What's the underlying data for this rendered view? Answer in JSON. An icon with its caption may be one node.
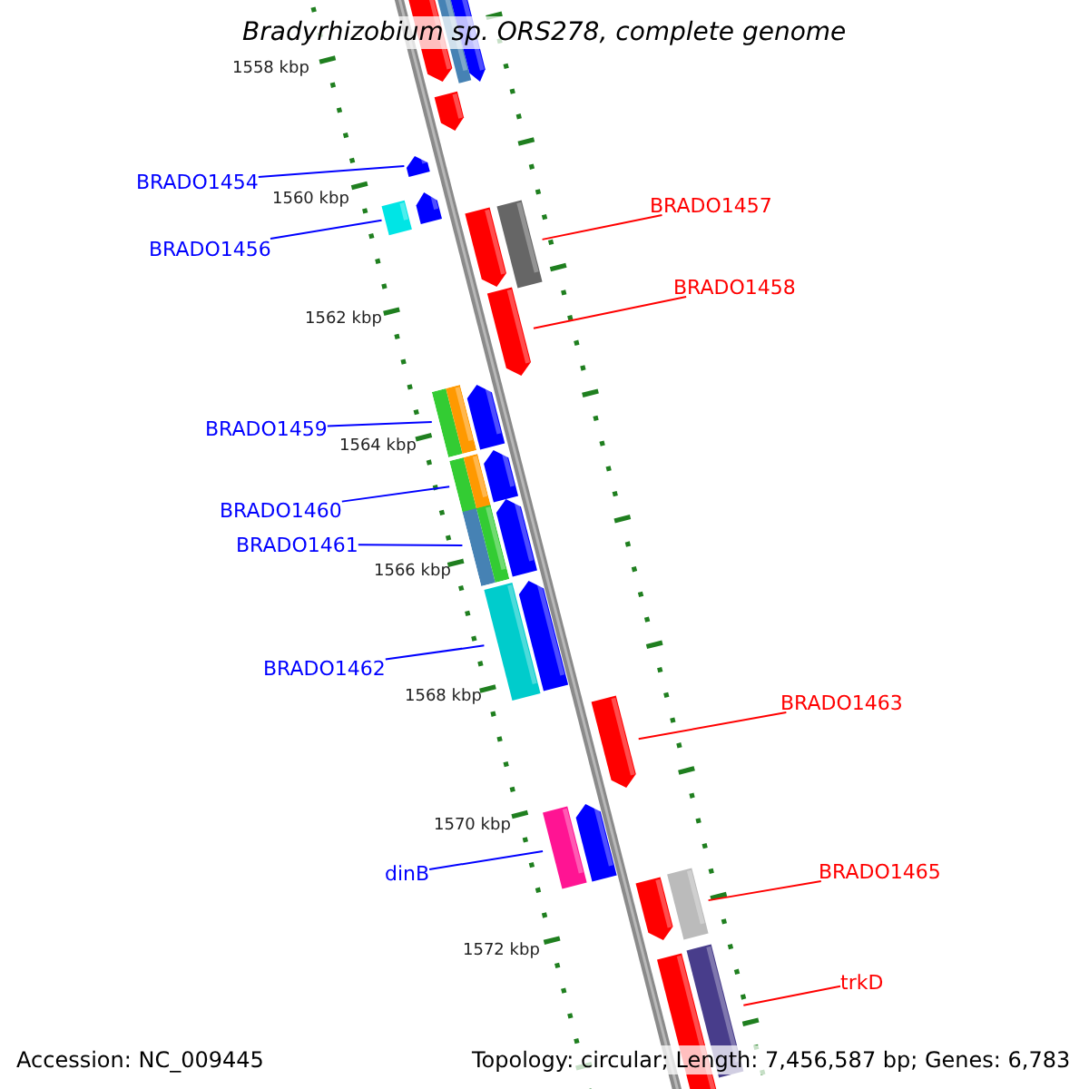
{
  "diagram": {
    "title": "Bradyrhizobium sp. ORS278, complete genome",
    "nodes": [
      {
        "text": [
          "BRADO1454"
        ]
      },
      {
        "text": [
          "BRADO1456"
        ]
      },
      {
        "text": [
          "BRADO1457"
        ]
      },
      {
        "text": [
          "BRADO1458"
        ]
      },
      {
        "text": [
          "BRADO1459"
        ]
      },
      {
        "text": [
          "BRADO1460"
        ]
      },
      {
        "text": [
          "BRADO1461"
        ]
      },
      {
        "text": [
          "BRADO1462"
        ]
      },
      {
        "text": [
          "BRADO1463"
        ]
      },
      {
        "text": [
          "dinB"
        ]
      },
      {
        "text": [
          "BRADO1465"
        ]
      },
      {
        "text": [
          "trkD"
        ]
      },
      {
        "text": [],
        "shape": "bar"
      },
      {
        "text": [],
        "shape": "bar"
      },
      {
        "text": [],
        "shape": "bar"
      },
      {
        "text": [],
        "shape": "bar"
      },
      {
        "text": [],
        "shape": "bar"
      },
      {
        "text": [],
        "shape": "bar"
      },
      {
        "text": [],
        "shape": "bar"
      },
      {
        "text": [],
        "shape": "bar"
      },
      {
        "text": [],
        "shape": "bar"
      },
      {
        "text": [],
        "shape": "bar"
      },
      {
        "text": [],
        "shape": "bar"
      },
      {
        "text": [],
        "shape": "bar"
      },
      {
        "text": [],
        "shape": "bar"
      },
      {
        "text": [],
        "shape": "bar"
      },
      {
        "text": [],
        "shape": "bar"
      },
      {
        "text": [],
        "shape": "bar"
      },
      {
        "text": [],
        "shape": "bar"
      },
      {
        "text": [],
        "shape": "bar"
      },
      {
        "text": [],
        "shape": "bar"
      },
      {
        "text": [],
        "shape": "bar"
      },
      {
        "text": [],
        "shape": "bar"
      },
      {
        "text": [],
        "shape": "bar"
      },
      {
        "text": [],
        "shape": "bar"
      },
      {
        "text": [],
        "shape": "bar"
      },
      {
        "text": [],
        "shape": "bar"
      }
    ],
    "edges": [
      {
        "from": 0,
        "to": 16,
        "arrow": "none"
      },
      {
        "from": 1,
        "to": 18,
        "arrow": "none"
      },
      {
        "from": 2,
        "to": 20,
        "arrow": "none",
        "color": "#ff0000"
      },
      {
        "from": 3,
        "to": 21,
        "arrow": "none",
        "color": "#ff0000"
      },
      {
        "from": 4,
        "to": 22,
        "arrow": "none"
      },
      {
        "from": 5,
        "to": 24,
        "arrow": "none"
      },
      {
        "from": 6,
        "to": 26,
        "arrow": "none"
      },
      {
        "from": 7,
        "to": 28,
        "arrow": "none"
      },
      {
        "from": 8,
        "to": 30,
        "arrow": "none",
        "color": "#ff0000"
      },
      {
        "from": 9,
        "to": 31,
        "arrow": "none"
      },
      {
        "from": 10,
        "to": 34,
        "arrow": "none",
        "color": "#ff0000"
      },
      {
        "from": 11,
        "to": 36,
        "arrow": "none",
        "color": "#ff0000"
      }
    ],
    "labels": [
      "1558 kbp",
      "1560 kbp",
      "1562 kbp",
      "1564 kbp",
      "1566 kbp",
      "1568 kbp",
      "1570 kbp",
      "1572 kbp",
      "Accession: NC_009445",
      "Topology: circular; Length: 7,456,587 bp; Genes: 6,783"
    ]
  }
}
